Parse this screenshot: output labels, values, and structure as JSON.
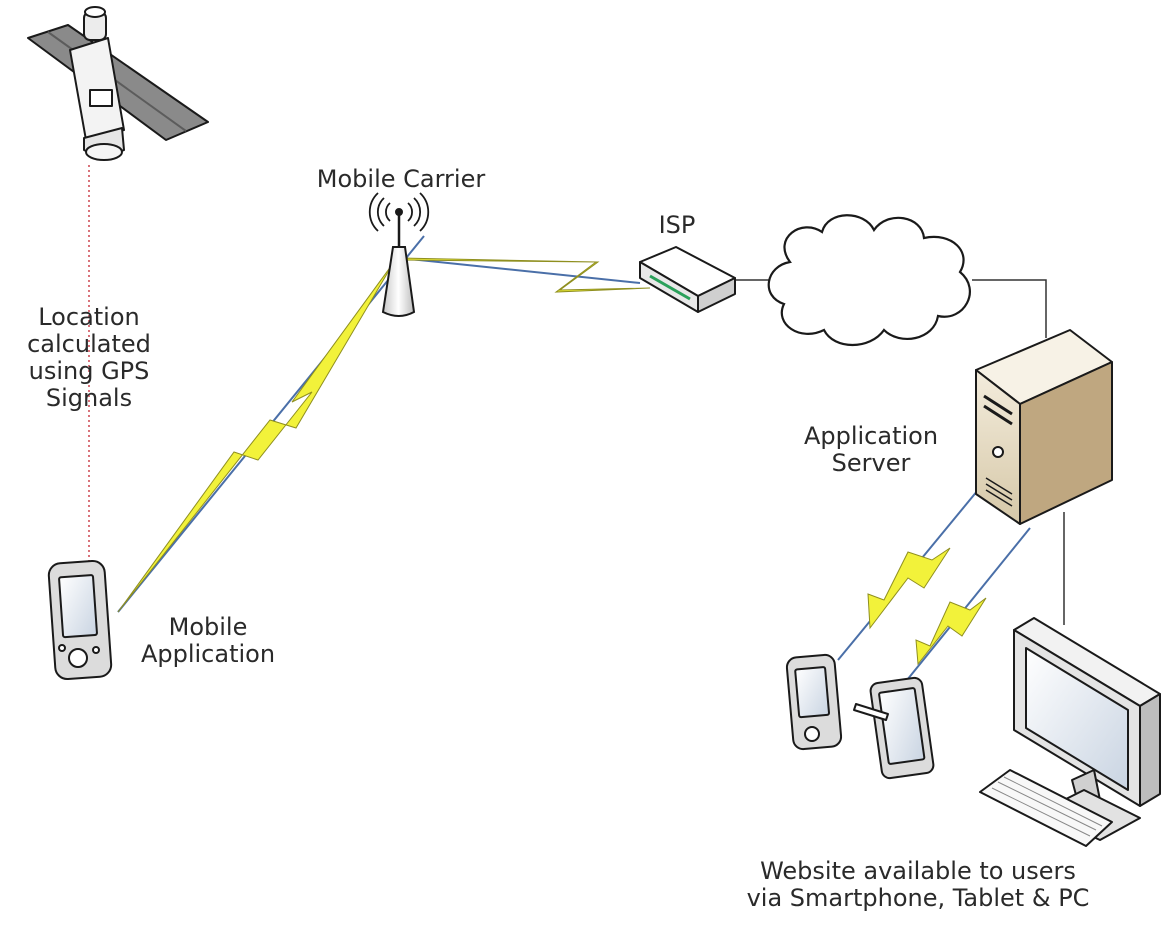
{
  "labels": {
    "gps_text": [
      "Location",
      "calculated",
      "using GPS",
      "Signals"
    ],
    "mobile_carrier": "Mobile Carrier",
    "isp": "ISP",
    "application_server": [
      "Application",
      "Server"
    ],
    "mobile_application": [
      "Mobile",
      "Application"
    ],
    "website": [
      "Website available to users",
      "via Smartphone, Tablet & PC"
    ]
  },
  "colors": {
    "lightning": "#f2f23a",
    "lightning_outline": "#8f8f1f",
    "link_line": "#4a6fa8",
    "gps_line": "#d0505a",
    "wire": "#333333"
  },
  "icons": [
    "satellite-icon",
    "cell-tower-icon",
    "router-icon",
    "cloud-icon",
    "server-icon",
    "smartphone-icon",
    "tablet-icon",
    "desktop-pc-icon"
  ]
}
